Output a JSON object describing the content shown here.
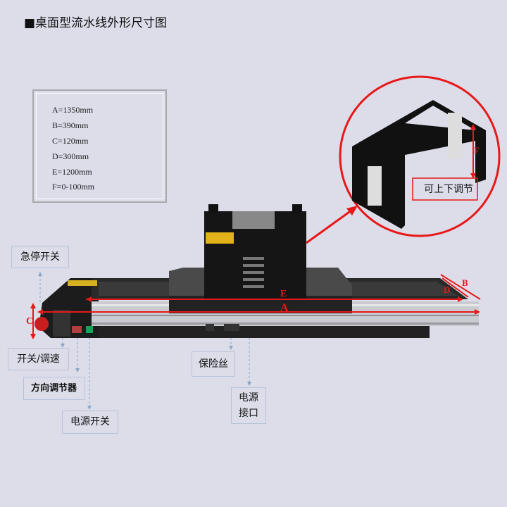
{
  "title": "■桌面型流水线外形尺寸图",
  "specs": [
    "A=1350mm",
    "B=390mm",
    "C=120mm",
    "D=300mm",
    "E=1200mm",
    "F=0-100mm"
  ],
  "dimensions": {
    "A": "A",
    "B": "B",
    "C": "C",
    "D": "D",
    "E": "E",
    "F": "F"
  },
  "callouts": {
    "emergency_stop": "急停开关",
    "switch_speed": "开关/调速",
    "direction_regulator": "方向调节器",
    "power_switch": "电源开关",
    "fuse": "保险丝",
    "power_port_line1": "电源",
    "power_port_line2": "接口",
    "adjustable": "可上下调节"
  },
  "colors": {
    "background": "#dcdde9",
    "dimension": "#e81818"
  }
}
